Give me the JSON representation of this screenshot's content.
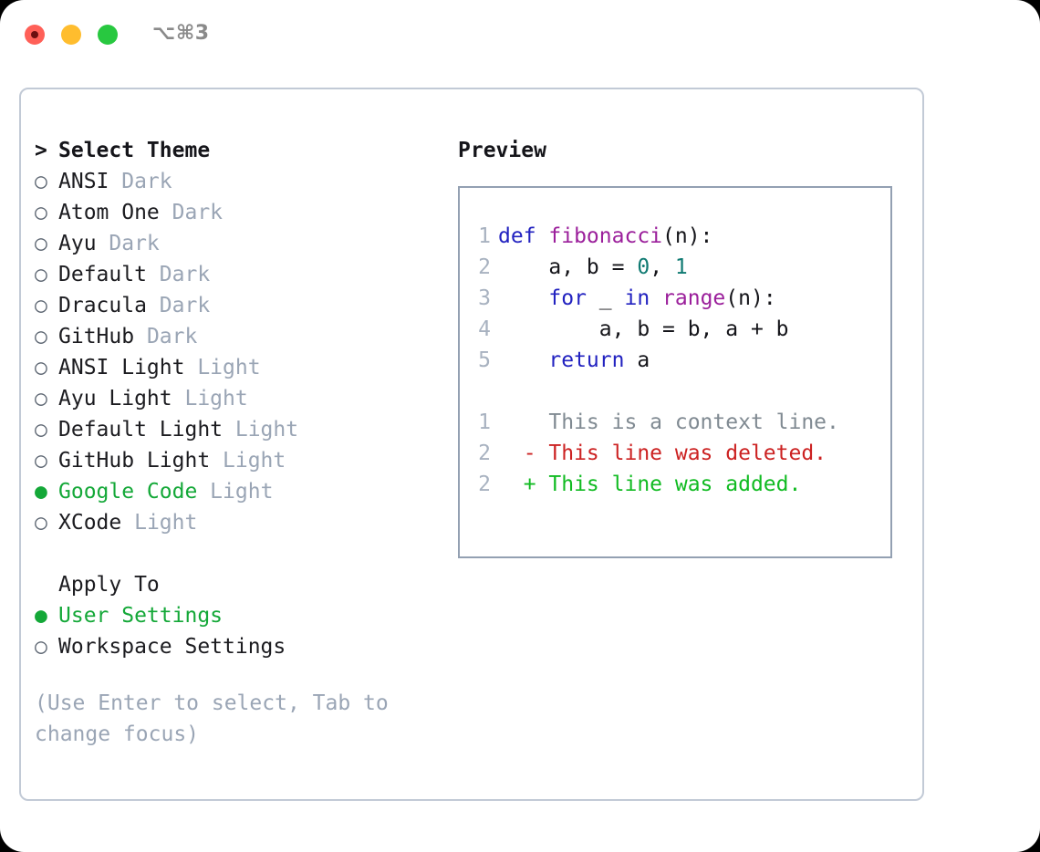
{
  "titlebar": {
    "shortcut": "⌥⌘3",
    "buttons": [
      {
        "name": "close",
        "color": "#ff6058"
      },
      {
        "name": "minimize",
        "color": "#ffbd2e"
      },
      {
        "name": "maximize",
        "color": "#28c840"
      }
    ]
  },
  "theme_picker": {
    "header_marker": ">",
    "header": "Select Theme",
    "items": [
      {
        "marker": "○",
        "name": "ANSI",
        "variant": "Dark",
        "selected": false
      },
      {
        "marker": "○",
        "name": "Atom One",
        "variant": "Dark",
        "selected": false
      },
      {
        "marker": "○",
        "name": "Ayu",
        "variant": "Dark",
        "selected": false
      },
      {
        "marker": "○",
        "name": "Default",
        "variant": "Dark",
        "selected": false
      },
      {
        "marker": "○",
        "name": "Dracula",
        "variant": "Dark",
        "selected": false
      },
      {
        "marker": "○",
        "name": "GitHub",
        "variant": "Dark",
        "selected": false
      },
      {
        "marker": "○",
        "name": "ANSI Light",
        "variant": "Light",
        "selected": false
      },
      {
        "marker": "○",
        "name": "Ayu Light",
        "variant": "Light",
        "selected": false
      },
      {
        "marker": "○",
        "name": "Default Light",
        "variant": "Light",
        "selected": false
      },
      {
        "marker": "○",
        "name": "GitHub Light",
        "variant": "Light",
        "selected": false
      },
      {
        "marker": "●",
        "name": "Google Code",
        "variant": "Light",
        "selected": true
      },
      {
        "marker": "○",
        "name": "XCode",
        "variant": "Light",
        "selected": false
      }
    ]
  },
  "apply_to": {
    "header": "Apply To",
    "items": [
      {
        "marker": "●",
        "name": "User Settings",
        "selected": true
      },
      {
        "marker": "○",
        "name": "Workspace Settings",
        "selected": false
      }
    ]
  },
  "hint": "(Use Enter to select, Tab to change focus)",
  "preview": {
    "title": "Preview",
    "code_lines": [
      {
        "num": "1",
        "tokens": [
          {
            "t": "def ",
            "c": "kw"
          },
          {
            "t": "fibonacci",
            "c": "fn"
          },
          {
            "t": "(n):",
            "c": "txt"
          }
        ]
      },
      {
        "num": "2",
        "tokens": [
          {
            "t": "    a, b = ",
            "c": "txt"
          },
          {
            "t": "0",
            "c": "num"
          },
          {
            "t": ", ",
            "c": "txt"
          },
          {
            "t": "1",
            "c": "num"
          }
        ]
      },
      {
        "num": "3",
        "tokens": [
          {
            "t": "    ",
            "c": "txt"
          },
          {
            "t": "for",
            "c": "kw"
          },
          {
            "t": " _ ",
            "c": "txt"
          },
          {
            "t": "in",
            "c": "kw"
          },
          {
            "t": " ",
            "c": "txt"
          },
          {
            "t": "range",
            "c": "fn"
          },
          {
            "t": "(n):",
            "c": "txt"
          }
        ]
      },
      {
        "num": "4",
        "tokens": [
          {
            "t": "        a, b = b, a + b",
            "c": "txt"
          }
        ]
      },
      {
        "num": "5",
        "tokens": [
          {
            "t": "    ",
            "c": "txt"
          },
          {
            "t": "return",
            "c": "kw"
          },
          {
            "t": " a",
            "c": "txt"
          }
        ]
      }
    ],
    "diff_lines": [
      {
        "num": "1",
        "marker": "  ",
        "text": "This is a context line.",
        "kind": "ctx"
      },
      {
        "num": "2",
        "marker": "- ",
        "text": "This line was deleted.",
        "kind": "del"
      },
      {
        "num": "2",
        "marker": "+ ",
        "text": "This line was added.",
        "kind": "add"
      }
    ]
  },
  "colors": {
    "accent_green": "#14a838",
    "muted": "#9aa5b5",
    "keyword": "#2222c0",
    "function": "#9b1f9b",
    "number": "#0f7a72",
    "deleted": "#cc2222",
    "added": "#11bb22",
    "panel_border": "#c2cad6",
    "preview_border": "#93a0b2"
  }
}
